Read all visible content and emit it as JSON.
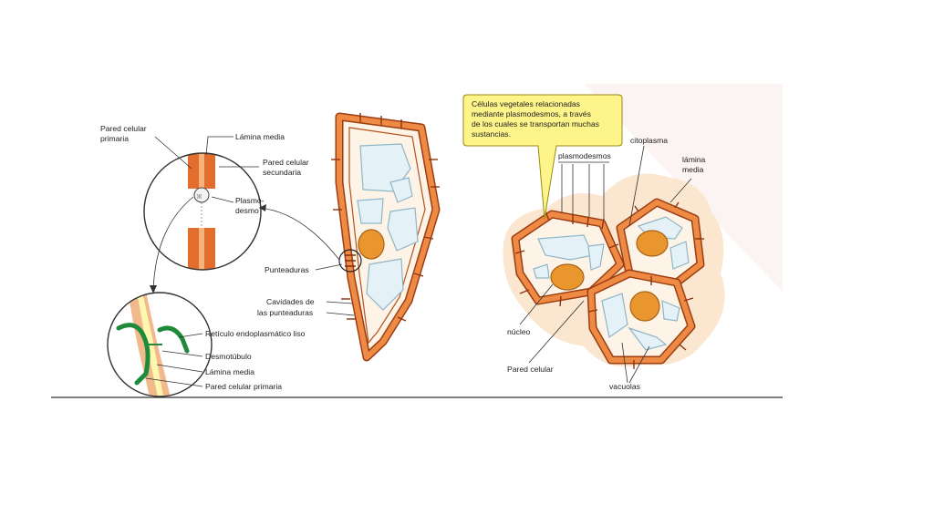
{
  "left_labels": {
    "pared_primaria": [
      "Pared celular",
      "primaria"
    ],
    "lamina_media_top": "Lámina media",
    "pared_secundaria": [
      "Pared celular",
      "secundaria"
    ],
    "plasmodesmo": [
      "Plasmo-",
      "desmo"
    ],
    "punteaduras": "Punteaduras",
    "cavidades": [
      "Cavidades de",
      "las punteaduras"
    ],
    "reticulo": "Retículo endoplasmático liso",
    "desmotubulo": "Desmotúbulo",
    "lamina_media_bottom": "Lámina media",
    "pared_primaria_bottom": "Pared celular primaria"
  },
  "right_labels": {
    "callout": [
      "Células vegetales relacionadas",
      "mediante plasmodesmos, a través",
      "de los cuales se transportan muchas",
      "sustancias."
    ],
    "plasmodesmos": "plasmodesmos",
    "citoplasma": "citoplasma",
    "lamina_media": [
      "lámina",
      "media"
    ],
    "nucleo": "núcleo",
    "pared_celular": "Pared celular",
    "vacuolas": "vacuolas"
  },
  "colors": {
    "wall_dark": "#9c3d12",
    "wall_light": "#ee8a44",
    "cytoplasm": "#fbe7cf",
    "vacuole": "#e4f2f8",
    "nucleus": "#e9962f",
    "callout_bg": "#fdf48a",
    "reticulum": "#1e8a3a"
  }
}
